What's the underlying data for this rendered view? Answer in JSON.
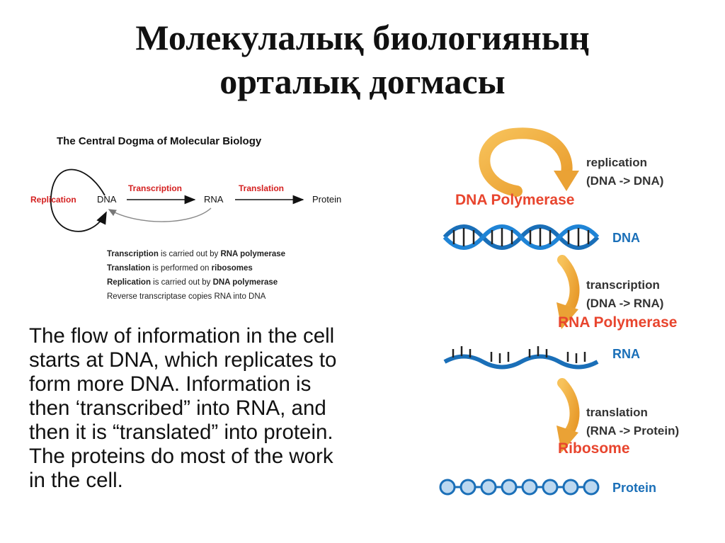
{
  "title": {
    "line1": "Молекулалық биологияның",
    "line2": "орталық догмасы"
  },
  "dogma": {
    "heading": "The Central Dogma of Molecular Biology",
    "replication_label": "Replication",
    "dna": "DNA",
    "transcription_label": "Transcription",
    "rna": "RNA",
    "translation_label": "Translation",
    "protein": "Protein",
    "notes": [
      {
        "bold": "Transcription",
        "rest": " is carried out by ",
        "bold2": "RNA polymerase"
      },
      {
        "bold": "Translation",
        "rest": " is performed on ",
        "bold2": "ribosomes"
      },
      {
        "bold": "Replication",
        "rest": " is carried out by ",
        "bold2": "DNA polymerase"
      },
      {
        "bold": "",
        "rest": "Reverse transcriptase copies RNA into DNA",
        "bold2": ""
      }
    ],
    "colors": {
      "label_red": "#d42020"
    }
  },
  "paragraph": {
    "lines": [
      "The flow of information in the cell",
      "starts at DNA, which replicates to",
      "form more DNA.  Information is",
      "then ‘transcribed” into RNA, and",
      "then it is “translated” into protein.",
      "The proteins do most of the work",
      "in the cell."
    ]
  },
  "flow": {
    "replication": {
      "line1": "replication",
      "line2": "(DNA -> DNA)"
    },
    "dna_polymerase": "DNA Polymerase",
    "dna": "DNA",
    "transcription": {
      "line1": "transcription",
      "line2": "(DNA -> RNA)"
    },
    "rna_polymerase": "RNA Polymerase",
    "rna": "RNA",
    "translation": {
      "line1": "translation",
      "line2": "(RNA -> Protein)"
    },
    "ribosome": "Ribosome",
    "protein": "Protein",
    "colors": {
      "enzyme": "#e8452e",
      "molecule": "#1a6fb8",
      "arrow": "#f0a83c",
      "step_text": "#333333"
    }
  }
}
